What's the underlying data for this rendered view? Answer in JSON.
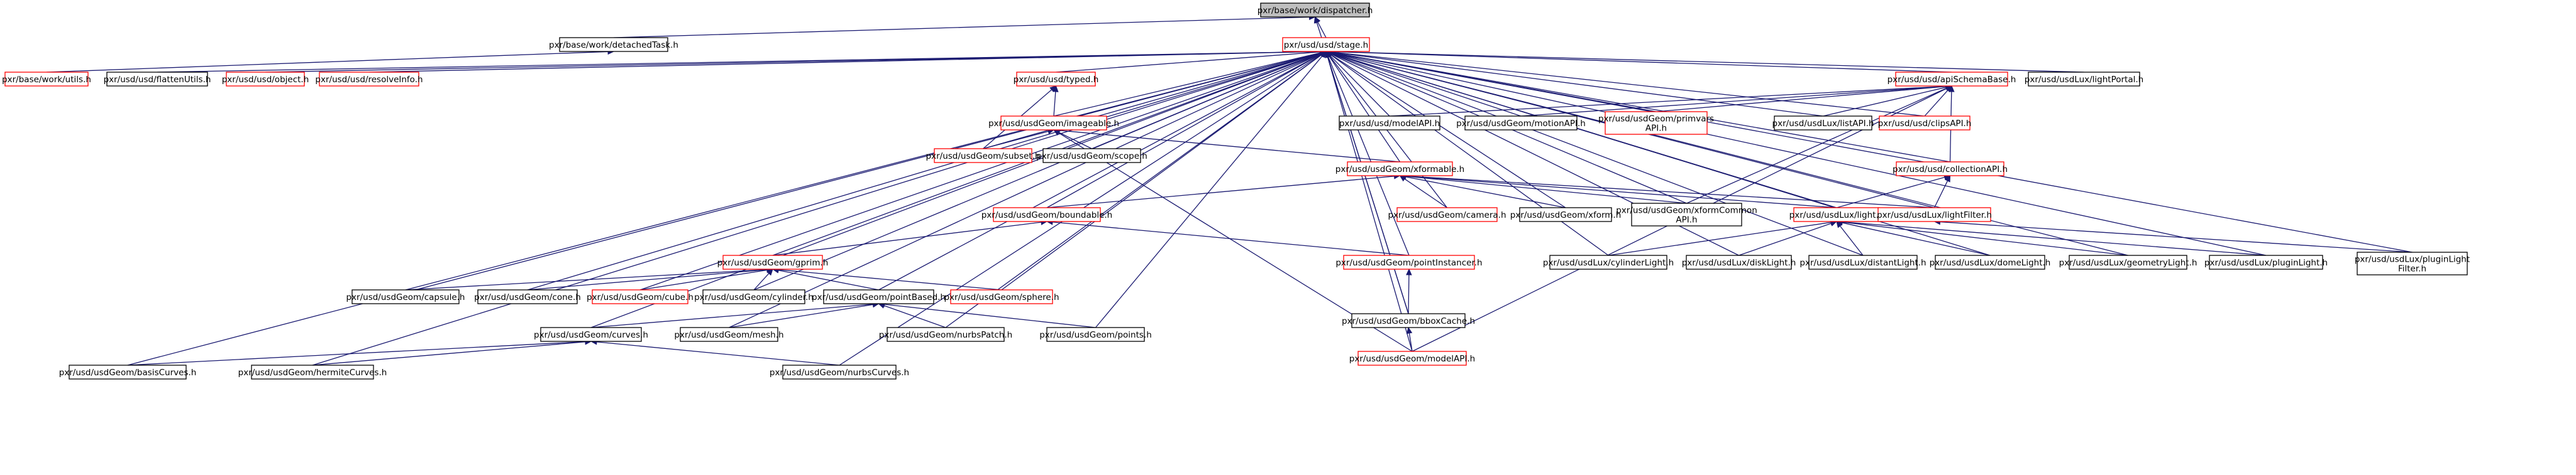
{
  "graph": {
    "title": "",
    "colors": {
      "background": "#ffffff",
      "edge": "#191970",
      "normal_border": "#000000",
      "linked_border": "#ff0000",
      "root_fill": "#bfbfbf"
    },
    "nodes": [
      {
        "id": "dispatcher",
        "label": "pxr/base/work/dispatcher.h",
        "style": "root"
      },
      {
        "id": "detachedTask",
        "label": "pxr/base/work/detachedTask.h",
        "style": "normal"
      },
      {
        "id": "stage",
        "label": "pxr/usd/usd/stage.h",
        "style": "red"
      },
      {
        "id": "workUtils",
        "label": "pxr/base/work/utils.h",
        "style": "red"
      },
      {
        "id": "flattenUtils",
        "label": "pxr/usd/usd/flattenUtils.h",
        "style": "normal"
      },
      {
        "id": "object",
        "label": "pxr/usd/usd/object.h",
        "style": "red"
      },
      {
        "id": "resolveInfo",
        "label": "pxr/usd/usd/resolveInfo.h",
        "style": "red"
      },
      {
        "id": "typed",
        "label": "pxr/usd/usd/typed.h",
        "style": "red"
      },
      {
        "id": "imageable",
        "label": "pxr/usd/usdGeom/imageable.h",
        "style": "red"
      },
      {
        "id": "subset",
        "label": "pxr/usd/usdGeom/subset.h",
        "style": "red"
      },
      {
        "id": "scope",
        "label": "pxr/usd/usdGeom/scope.h",
        "style": "normal"
      },
      {
        "id": "xformable",
        "label": "pxr/usd/usdGeom/xformable.h",
        "style": "red"
      },
      {
        "id": "boundable",
        "label": "pxr/usd/usdGeom/boundable.h",
        "style": "red"
      },
      {
        "id": "camera",
        "label": "pxr/usd/usdGeom/camera.h",
        "style": "red"
      },
      {
        "id": "xform",
        "label": "pxr/usd/usdGeom/xform.h",
        "style": "normal"
      },
      {
        "id": "xformCommonAPI",
        "label": "pxr/usd/usdGeom/xformCommon\nAPI.h",
        "style": "normal"
      },
      {
        "id": "gprim",
        "label": "pxr/usd/usdGeom/gprim.h",
        "style": "red"
      },
      {
        "id": "pointInstancer",
        "label": "pxr/usd/usdGeom/pointInstancer.h",
        "style": "red"
      },
      {
        "id": "capsule",
        "label": "pxr/usd/usdGeom/capsule.h",
        "style": "normal"
      },
      {
        "id": "cone",
        "label": "pxr/usd/usdGeom/cone.h",
        "style": "normal"
      },
      {
        "id": "cube",
        "label": "pxr/usd/usdGeom/cube.h",
        "style": "red"
      },
      {
        "id": "cylinder",
        "label": "pxr/usd/usdGeom/cylinder.h",
        "style": "normal"
      },
      {
        "id": "pointBased",
        "label": "pxr/usd/usdGeom/pointBased.h",
        "style": "normal"
      },
      {
        "id": "sphere",
        "label": "pxr/usd/usdGeom/sphere.h",
        "style": "red"
      },
      {
        "id": "curves",
        "label": "pxr/usd/usdGeom/curves.h",
        "style": "normal"
      },
      {
        "id": "mesh",
        "label": "pxr/usd/usdGeom/mesh.h",
        "style": "normal"
      },
      {
        "id": "nurbsPatch",
        "label": "pxr/usd/usdGeom/nurbsPatch.h",
        "style": "normal"
      },
      {
        "id": "points",
        "label": "pxr/usd/usdGeom/points.h",
        "style": "normal"
      },
      {
        "id": "basisCurves",
        "label": "pxr/usd/usdGeom/basisCurves.h",
        "style": "normal"
      },
      {
        "id": "hermiteCurves",
        "label": "pxr/usd/usdGeom/hermiteCurves.h",
        "style": "normal"
      },
      {
        "id": "nurbsCurves",
        "label": "pxr/usd/usdGeom/nurbsCurves.h",
        "style": "normal"
      },
      {
        "id": "bboxCache",
        "label": "pxr/usd/usdGeom/bboxCache.h",
        "style": "normal"
      },
      {
        "id": "modelAPIGeom",
        "label": "pxr/usd/usdGeom/modelAPI.h",
        "style": "red"
      },
      {
        "id": "apiSchemaBase",
        "label": "pxr/usd/usd/apiSchemaBase.h",
        "style": "red"
      },
      {
        "id": "lightPortal",
        "label": "pxr/usd/usdLux/lightPortal.h",
        "style": "normal"
      },
      {
        "id": "modelAPIUsd",
        "label": "pxr/usd/usd/modelAPI.h",
        "style": "normal"
      },
      {
        "id": "motionAPI",
        "label": "pxr/usd/usdGeom/motionAPI.h",
        "style": "normal"
      },
      {
        "id": "primvarsAPI",
        "label": "pxr/usd/usdGeom/primvars\nAPI.h",
        "style": "red"
      },
      {
        "id": "listAPI",
        "label": "pxr/usd/usdLux/listAPI.h",
        "style": "normal"
      },
      {
        "id": "clipsAPI",
        "label": "pxr/usd/usd/clipsAPI.h",
        "style": "red"
      },
      {
        "id": "collectionAPI",
        "label": "pxr/usd/usd/collectionAPI.h",
        "style": "red"
      },
      {
        "id": "light",
        "label": "pxr/usd/usdLux/light.h",
        "style": "red"
      },
      {
        "id": "lightFilter",
        "label": "pxr/usd/usdLux/lightFilter.h",
        "style": "red"
      },
      {
        "id": "cylinderLight",
        "label": "pxr/usd/usdLux/cylinderLight.h",
        "style": "normal"
      },
      {
        "id": "diskLight",
        "label": "pxr/usd/usdLux/diskLight.h",
        "style": "normal"
      },
      {
        "id": "distantLight",
        "label": "pxr/usd/usdLux/distantLight.h",
        "style": "normal"
      },
      {
        "id": "domeLight",
        "label": "pxr/usd/usdLux/domeLight.h",
        "style": "normal"
      },
      {
        "id": "geometryLight",
        "label": "pxr/usd/usdLux/geometryLight.h",
        "style": "normal"
      },
      {
        "id": "pluginLight",
        "label": "pxr/usd/usdLux/pluginLight.h",
        "style": "normal"
      },
      {
        "id": "pluginLightFilter",
        "label": "pxr/usd/usdLux/pluginLight\nFilter.h",
        "style": "normal"
      }
    ],
    "edges": [
      [
        "dispatcher",
        "detachedTask"
      ],
      [
        "dispatcher",
        "stage"
      ],
      [
        "dispatcher",
        "bboxCache"
      ],
      [
        "detachedTask",
        "workUtils"
      ],
      [
        "stage",
        "flattenUtils"
      ],
      [
        "stage",
        "object"
      ],
      [
        "stage",
        "resolveInfo"
      ],
      [
        "stage",
        "typed"
      ],
      [
        "stage",
        "imageable"
      ],
      [
        "stage",
        "subset"
      ],
      [
        "stage",
        "scope"
      ],
      [
        "stage",
        "xformable"
      ],
      [
        "stage",
        "boundable"
      ],
      [
        "stage",
        "camera"
      ],
      [
        "stage",
        "xform"
      ],
      [
        "stage",
        "xformCommonAPI"
      ],
      [
        "stage",
        "gprim"
      ],
      [
        "stage",
        "pointInstancer"
      ],
      [
        "stage",
        "capsule"
      ],
      [
        "stage",
        "cone"
      ],
      [
        "stage",
        "cube"
      ],
      [
        "stage",
        "cylinder"
      ],
      [
        "stage",
        "pointBased"
      ],
      [
        "stage",
        "sphere"
      ],
      [
        "stage",
        "curves"
      ],
      [
        "stage",
        "mesh"
      ],
      [
        "stage",
        "nurbsPatch"
      ],
      [
        "stage",
        "points"
      ],
      [
        "stage",
        "basisCurves"
      ],
      [
        "stage",
        "hermiteCurves"
      ],
      [
        "stage",
        "nurbsCurves"
      ],
      [
        "stage",
        "bboxCache"
      ],
      [
        "stage",
        "modelAPIGeom"
      ],
      [
        "stage",
        "apiSchemaBase"
      ],
      [
        "stage",
        "lightPortal"
      ],
      [
        "stage",
        "modelAPIUsd"
      ],
      [
        "stage",
        "motionAPI"
      ],
      [
        "stage",
        "primvarsAPI"
      ],
      [
        "stage",
        "listAPI"
      ],
      [
        "stage",
        "clipsAPI"
      ],
      [
        "stage",
        "collectionAPI"
      ],
      [
        "stage",
        "light"
      ],
      [
        "stage",
        "lightFilter"
      ],
      [
        "stage",
        "cylinderLight"
      ],
      [
        "stage",
        "diskLight"
      ],
      [
        "stage",
        "distantLight"
      ],
      [
        "stage",
        "domeLight"
      ],
      [
        "stage",
        "geometryLight"
      ],
      [
        "stage",
        "pluginLight"
      ],
      [
        "stage",
        "pluginLightFilter"
      ],
      [
        "typed",
        "imageable"
      ],
      [
        "typed",
        "subset"
      ],
      [
        "imageable",
        "subset"
      ],
      [
        "imageable",
        "scope"
      ],
      [
        "imageable",
        "xformable"
      ],
      [
        "imageable",
        "modelAPIGeom"
      ],
      [
        "xformable",
        "boundable"
      ],
      [
        "xformable",
        "camera"
      ],
      [
        "xformable",
        "xform"
      ],
      [
        "xformable",
        "xformCommonAPI"
      ],
      [
        "xformable",
        "light"
      ],
      [
        "xformable",
        "lightFilter"
      ],
      [
        "boundable",
        "gprim"
      ],
      [
        "boundable",
        "pointInstancer"
      ],
      [
        "gprim",
        "capsule"
      ],
      [
        "gprim",
        "cone"
      ],
      [
        "gprim",
        "cube"
      ],
      [
        "gprim",
        "cylinder"
      ],
      [
        "gprim",
        "pointBased"
      ],
      [
        "gprim",
        "sphere"
      ],
      [
        "pointBased",
        "curves"
      ],
      [
        "pointBased",
        "mesh"
      ],
      [
        "pointBased",
        "nurbsPatch"
      ],
      [
        "pointBased",
        "points"
      ],
      [
        "curves",
        "basisCurves"
      ],
      [
        "curves",
        "hermiteCurves"
      ],
      [
        "curves",
        "nurbsCurves"
      ],
      [
        "pointInstancer",
        "bboxCache"
      ],
      [
        "bboxCache",
        "modelAPIGeom"
      ],
      [
        "apiSchemaBase",
        "modelAPIUsd"
      ],
      [
        "apiSchemaBase",
        "motionAPI"
      ],
      [
        "apiSchemaBase",
        "primvarsAPI"
      ],
      [
        "apiSchemaBase",
        "listAPI"
      ],
      [
        "apiSchemaBase",
        "clipsAPI"
      ],
      [
        "apiSchemaBase",
        "collectionAPI"
      ],
      [
        "apiSchemaBase",
        "xformCommonAPI"
      ],
      [
        "apiSchemaBase",
        "modelAPIGeom"
      ],
      [
        "collectionAPI",
        "light"
      ],
      [
        "collectionAPI",
        "lightFilter"
      ],
      [
        "light",
        "cylinderLight"
      ],
      [
        "light",
        "diskLight"
      ],
      [
        "light",
        "distantLight"
      ],
      [
        "light",
        "domeLight"
      ],
      [
        "light",
        "geometryLight"
      ],
      [
        "light",
        "pluginLight"
      ],
      [
        "lightFilter",
        "pluginLightFilter"
      ]
    ]
  }
}
